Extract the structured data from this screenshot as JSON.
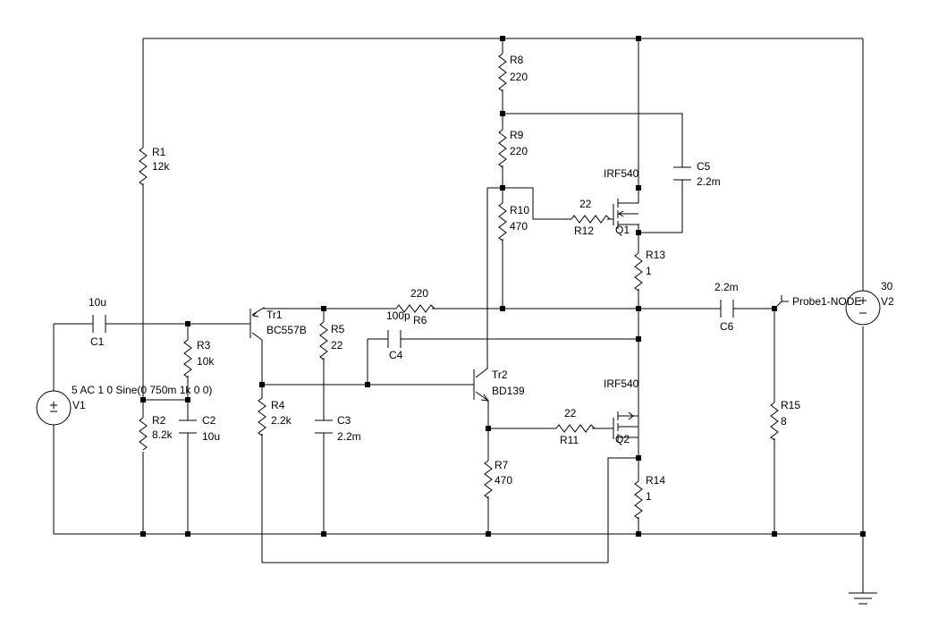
{
  "labels": {
    "r1_name": "R1",
    "r1_val": "12k",
    "r2_name": "R2",
    "r2_val": "8.2k",
    "r3_name": "R3",
    "r3_val": "10k",
    "r4_name": "R4",
    "r4_val": "2.2k",
    "r5_name": "R5",
    "r5_val": "22",
    "r6_val": "220",
    "r6_name": "R6",
    "r7_name": "R7",
    "r7_val": "470",
    "r8_name": "R8",
    "r8_val": "220",
    "r9_name": "R9",
    "r9_val": "220",
    "r10_name": "R10",
    "r10_val": "470",
    "r11_val": "22",
    "r11_name": "R11",
    "r12_val": "22",
    "r12_name": "R12",
    "r13_name": "R13",
    "r13_val": "1",
    "r14_name": "R14",
    "r14_val": "1",
    "r15_name": "R15",
    "r15_val": "8",
    "c1_val": "10u",
    "c1_name": "C1",
    "c2_name": "C2",
    "c2_val": "10u",
    "c3_name": "C3",
    "c3_val": "2.2m",
    "c4_val": "100p",
    "c4_name": "C4",
    "c5_name": "C5",
    "c5_val": "2.2m",
    "c6_val": "2.2m",
    "c6_name": "C6",
    "tr1_name": "Tr1",
    "tr1_part": "BC557B",
    "tr2_name": "Tr2",
    "tr2_part": "BD139",
    "q1_part": "IRF540",
    "q1_name": "Q1",
    "q2_part": "IRF540",
    "q2_name": "Q2",
    "v1_spec": "5 AC 1 0 Sine(0 750m 1k 0 0)",
    "v1_name": "V1",
    "v2_val": "30",
    "v2_name": "V2",
    "probe": "Probe1-NODE"
  },
  "icons": {
    "v1": "voltage-source-icon",
    "v2": "voltage-source-icon",
    "ground": "ground-icon"
  }
}
